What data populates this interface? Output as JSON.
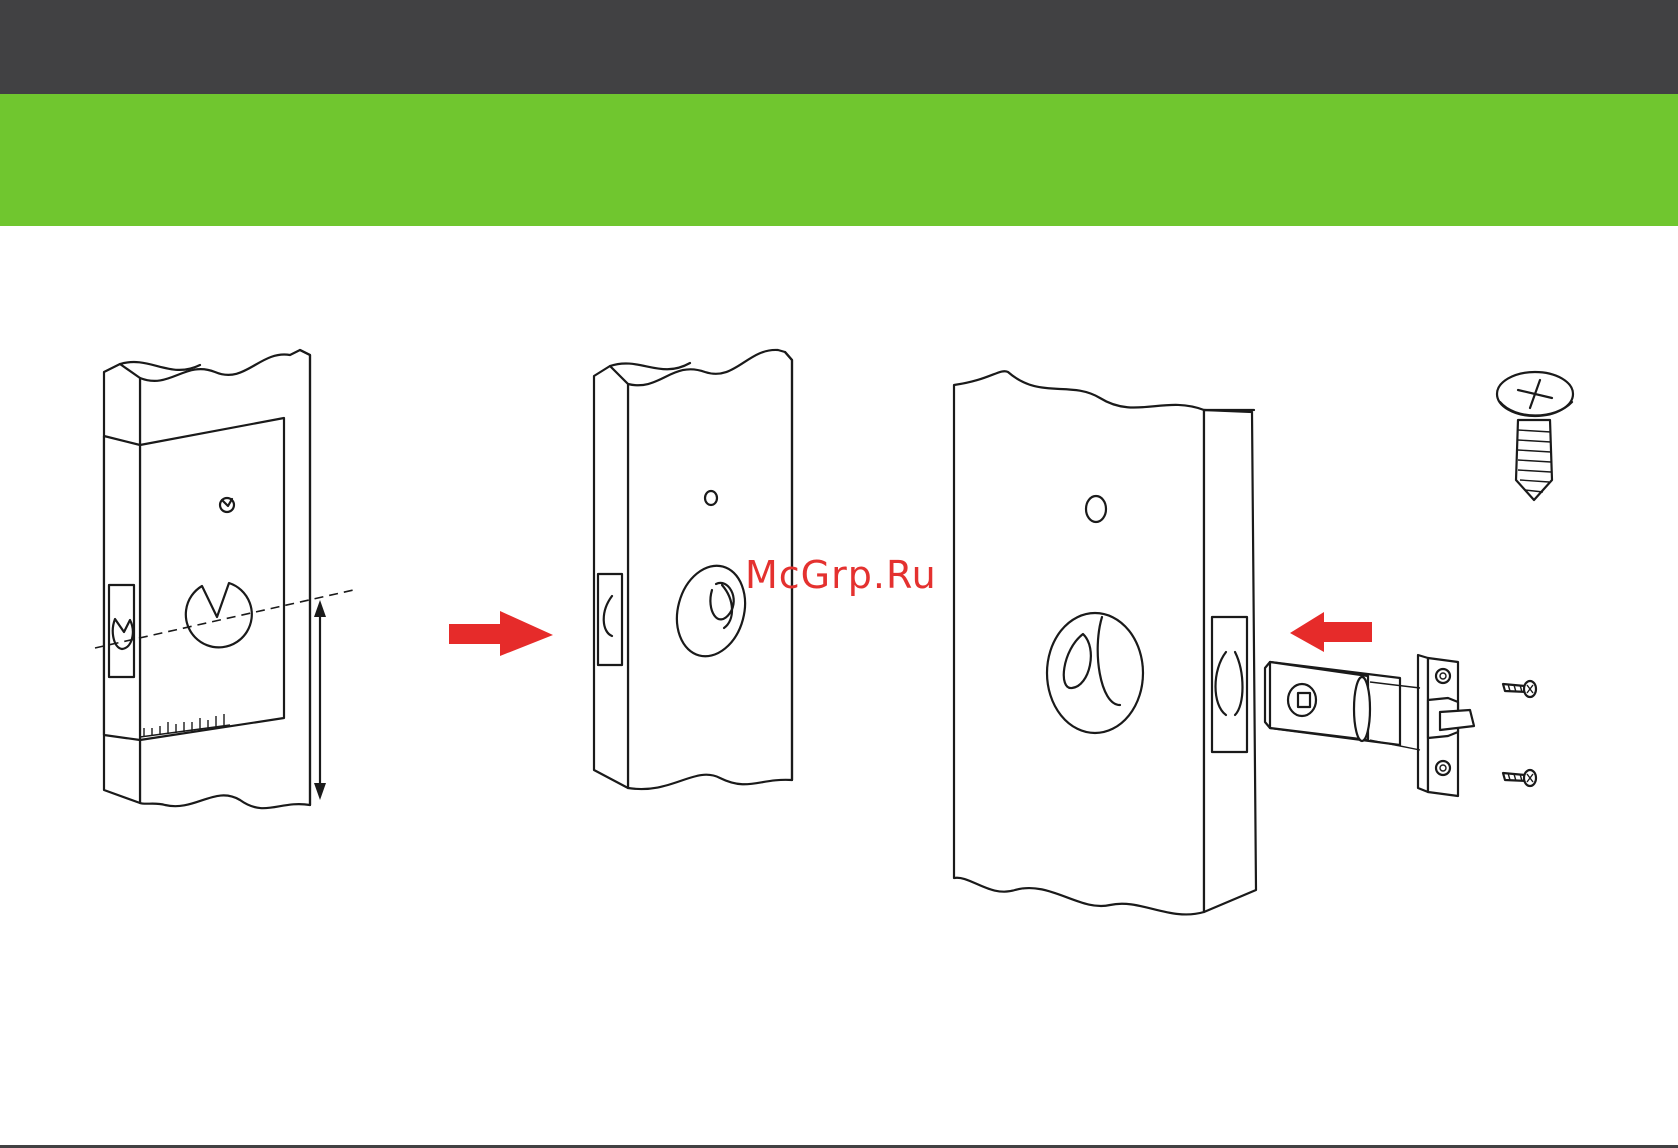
{
  "watermark": "McGrp.Ru",
  "colors": {
    "header_dark": "#414143",
    "header_green": "#70c62f",
    "arrow_red": "#e62b2a",
    "line": "#1a1a1a"
  },
  "icons": {
    "step1": "door-edge-template-diagram",
    "step2": "drilled-door-diagram",
    "step3": "latch-install-diagram",
    "arrow1": "red-arrow-right",
    "arrow2": "red-arrow-left",
    "screw_large": "phillips-screw-icon",
    "screw_small": "small-phillips-screw-icon"
  }
}
